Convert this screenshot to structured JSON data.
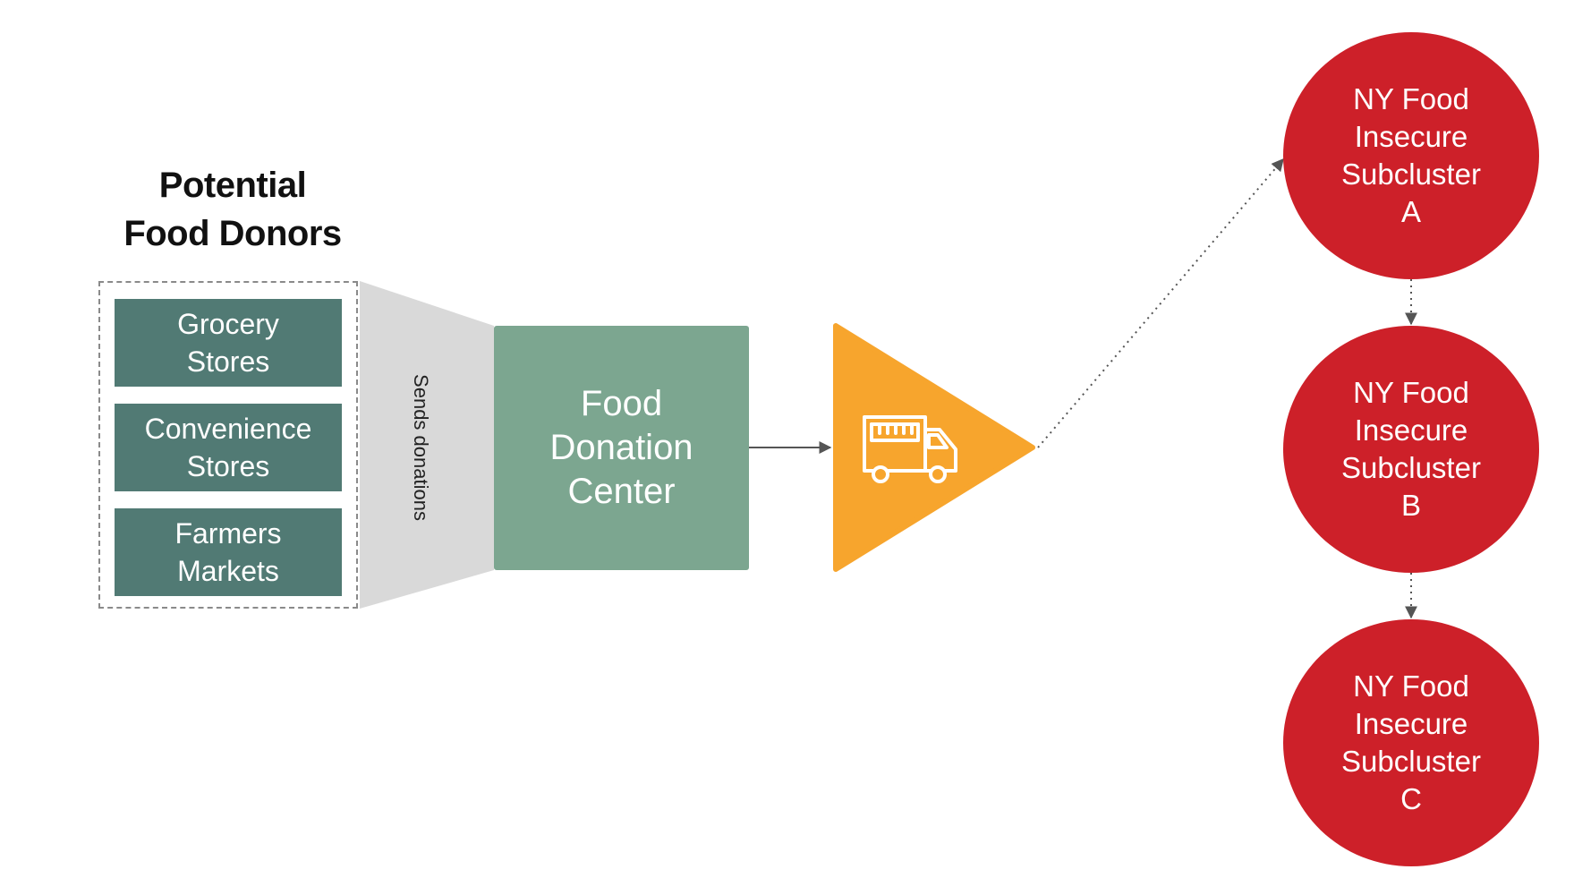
{
  "title": "Potential\nFood Donors",
  "donors": [
    {
      "label": "Grocery\nStores"
    },
    {
      "label": "Convenience\nStores"
    },
    {
      "label": "Farmers\nMarkets"
    }
  ],
  "funnel_label": "Sends donations",
  "center": {
    "label": "Food\nDonation\nCenter"
  },
  "delivery": {
    "icon": "food-truck-icon"
  },
  "subclusters": [
    {
      "label": "NY Food\nInsecure\nSubcluster\nA"
    },
    {
      "label": "NY Food\nInsecure\nSubcluster\nB"
    },
    {
      "label": "NY Food\nInsecure\nSubcluster\nC"
    }
  ],
  "colors": {
    "donor_box": "#517a74",
    "center_box": "#7ca690",
    "funnel": "#d9d9d9",
    "truck_triangle": "#f7a52d",
    "subcluster": "#cd2029",
    "connector": "#555555"
  }
}
